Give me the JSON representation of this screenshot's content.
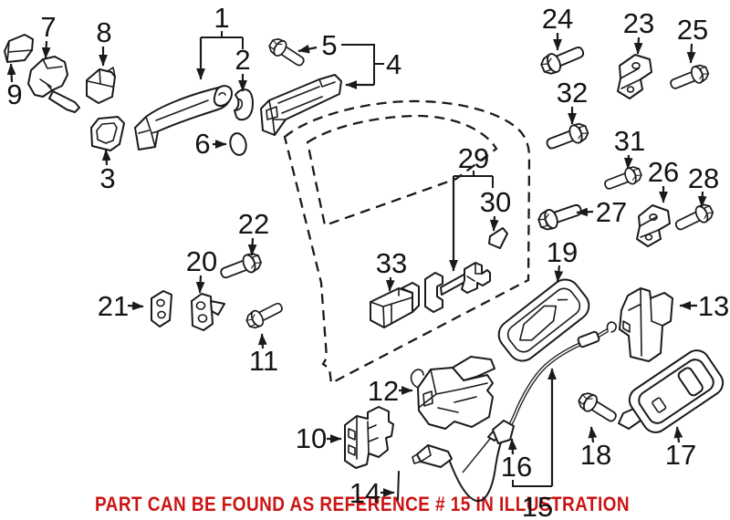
{
  "note": {
    "text": "PART CAN BE FOUND AS REFERENCE # 15 IN ILLUSTRATION"
  },
  "colors": {
    "line": "#1a1a1a",
    "note_red": "#cc1414",
    "background": "#ffffff"
  },
  "callouts": {
    "n1": "1",
    "n2": "2",
    "n3": "3",
    "n4": "4",
    "n5": "5",
    "n6": "6",
    "n7": "7",
    "n8": "8",
    "n9": "9",
    "n10": "10",
    "n11": "11",
    "n12": "12",
    "n13": "13",
    "n14": "14",
    "n15": "15",
    "n16": "16",
    "n17": "17",
    "n18": "18",
    "n19": "19",
    "n20": "20",
    "n21": "21",
    "n22": "22",
    "n23": "23",
    "n24": "24",
    "n25": "25",
    "n26": "26",
    "n27": "27",
    "n28": "28",
    "n29": "29",
    "n30": "30",
    "n31": "31",
    "n32": "32",
    "n33": "33"
  }
}
